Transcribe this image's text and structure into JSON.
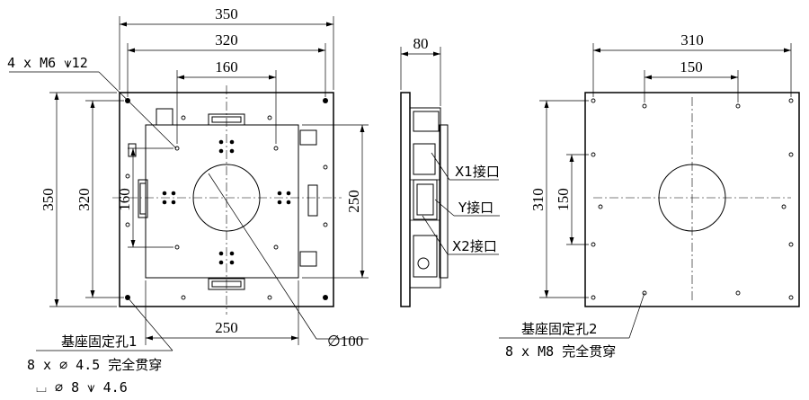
{
  "top_view": {
    "dim_overall_width": "350",
    "dim_mount_spacing": "320",
    "dim_top_spacing": "160",
    "dim_overall_height": "350",
    "dim_mount_height": "320",
    "dim_left_height": "160",
    "dim_right_height": "250",
    "dim_bottom_width": "250",
    "dim_center_hole": "∅100",
    "callout_thread_holes": "4 x  M6 ⩛12",
    "base_hole_1": {
      "title": "基座固定孔1",
      "line1": "8 x  ∅ 4.5 完全贯穿",
      "line2": "⌴ ∅ 8 ⩛ 4.6"
    }
  },
  "side_view": {
    "dim_thickness": "80",
    "label_x1": "X1接口",
    "label_y": "Y接口",
    "label_x2": "X2接口"
  },
  "base_view": {
    "dim_width": "310",
    "dim_top_spacing": "150",
    "dim_height": "310",
    "dim_left_spacing": "150",
    "base_hole_2": {
      "title": "基座固定孔2",
      "line1": "8 x  M8  完全贯穿"
    }
  }
}
